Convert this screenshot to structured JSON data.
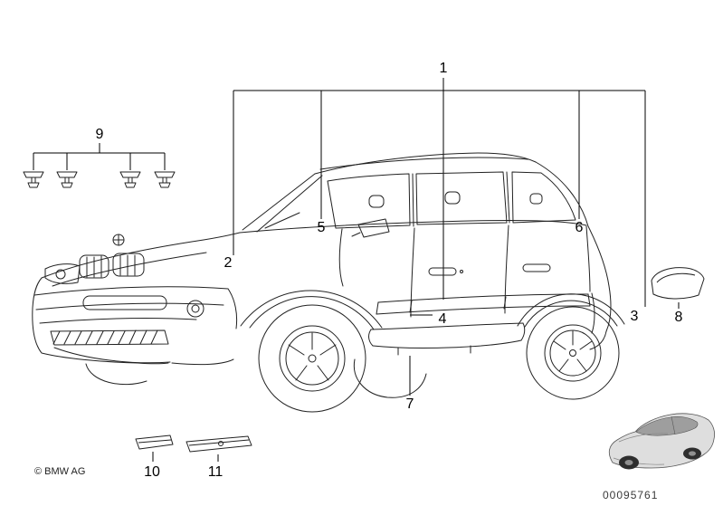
{
  "diagram": {
    "callouts": [
      "1",
      "2",
      "3",
      "4",
      "5",
      "6",
      "7",
      "8",
      "9",
      "10",
      "11"
    ]
  },
  "footer": {
    "copyright": "© BMW AG",
    "document_number": "00095761"
  },
  "colors": {
    "background": "#ffffff",
    "car_line": "#222222",
    "callout_line": "#000000"
  }
}
